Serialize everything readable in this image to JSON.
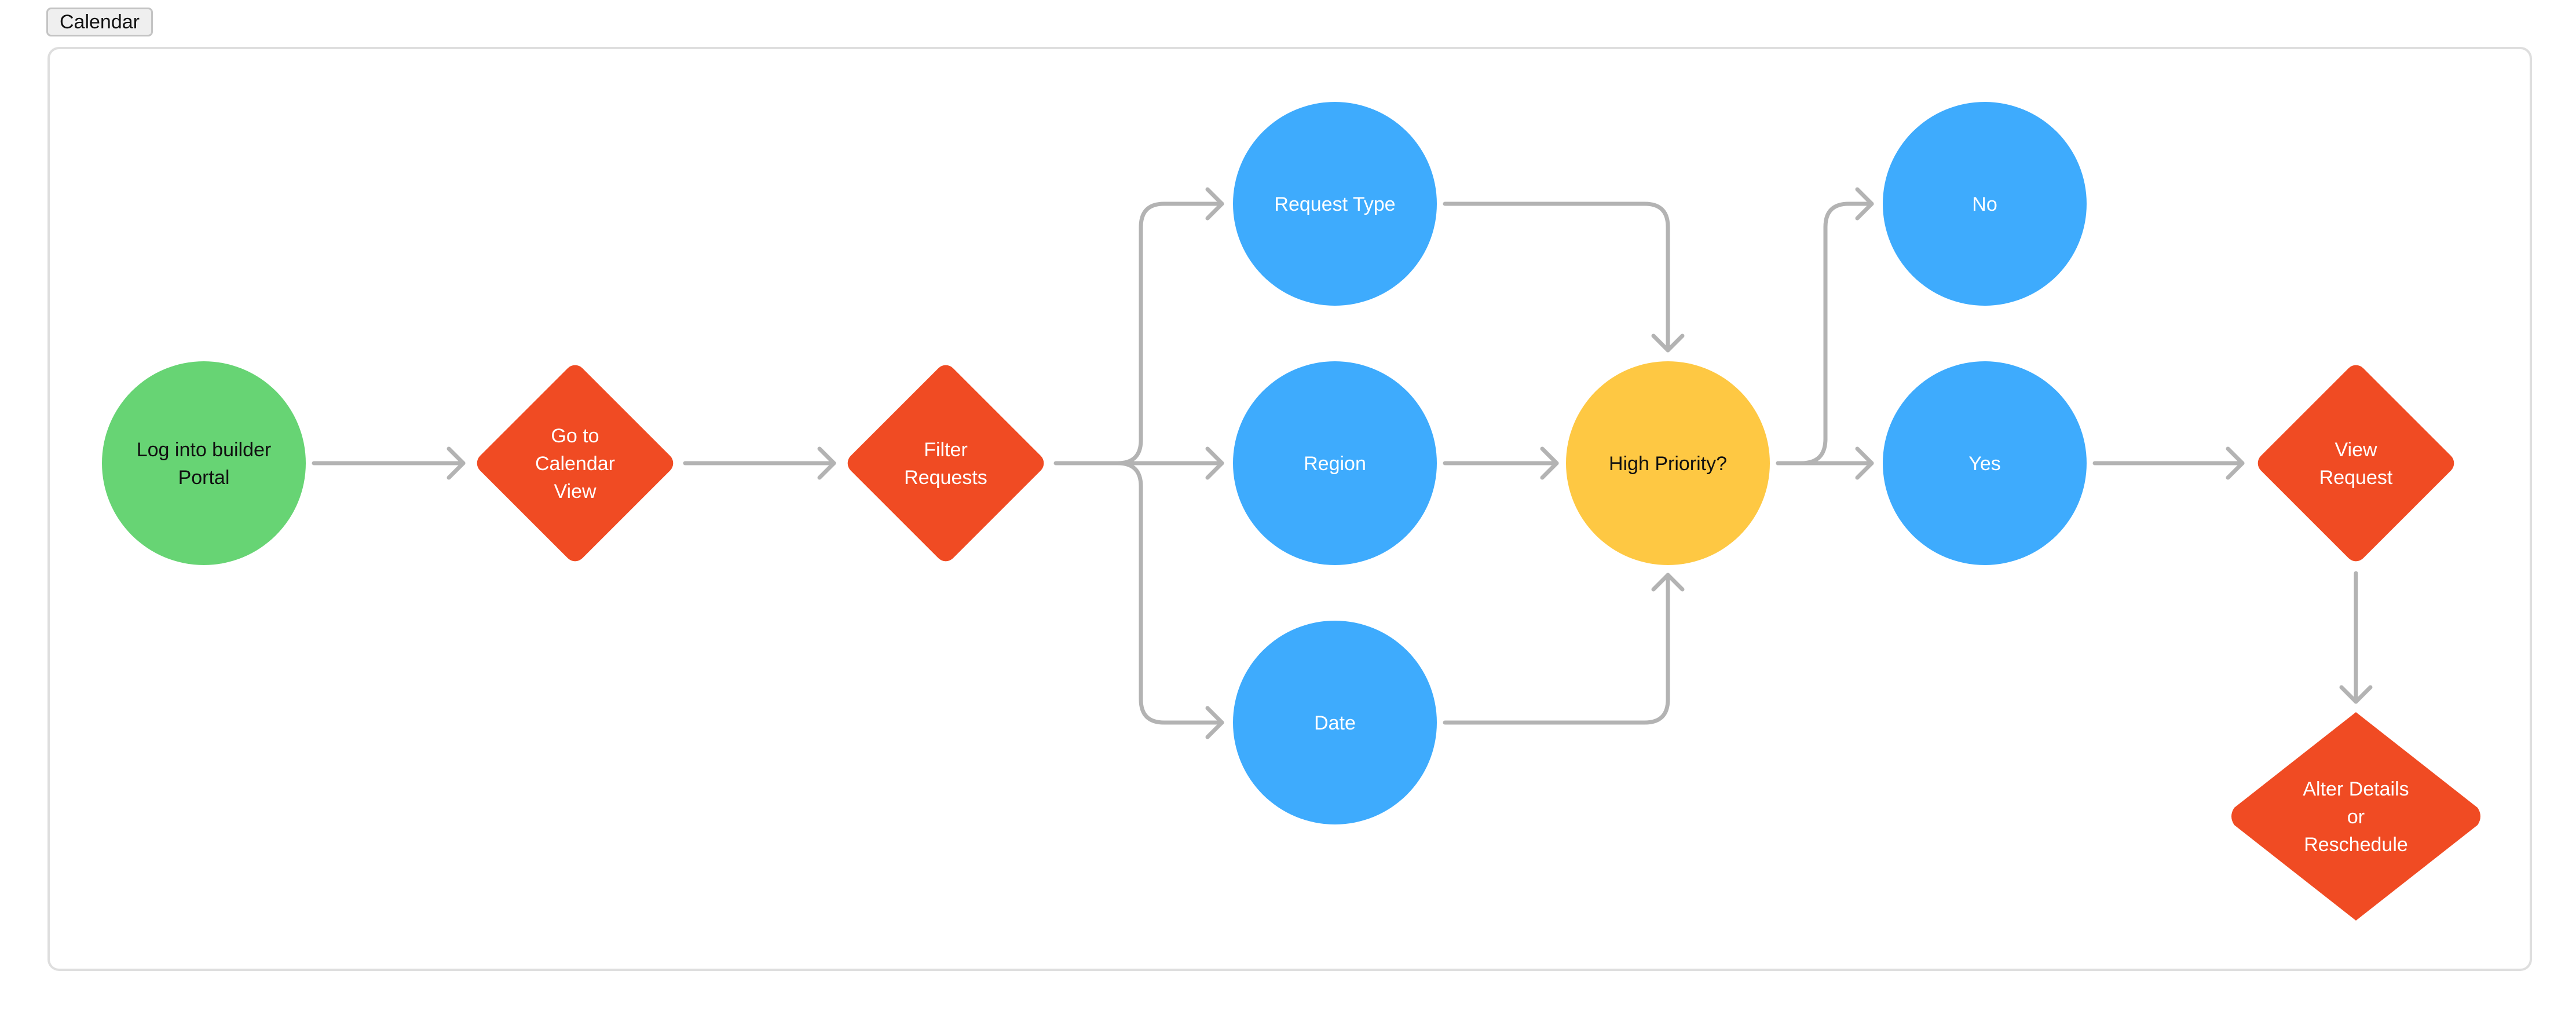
{
  "tab": {
    "label": "Calendar"
  },
  "colors": {
    "start": "#67d474",
    "process": "#f04b23",
    "option": "#3eabfd",
    "decision": "#fec843",
    "connector": "#b3b3b3"
  },
  "icons": {
    "connector": "arrow-icon"
  },
  "nodes": {
    "login": {
      "lines": [
        "Log into builder",
        "Portal"
      ]
    },
    "calendar_view": {
      "lines": [
        "Go to",
        "Calendar",
        "View"
      ]
    },
    "filter": {
      "lines": [
        "Filter",
        "Requests"
      ]
    },
    "request_type": {
      "lines": [
        "Request Type"
      ]
    },
    "region": {
      "lines": [
        "Region"
      ]
    },
    "date": {
      "lines": [
        "Date"
      ]
    },
    "high_priority": {
      "lines": [
        "High Priority?"
      ]
    },
    "no": {
      "lines": [
        "No"
      ]
    },
    "yes": {
      "lines": [
        "Yes"
      ]
    },
    "view_request": {
      "lines": [
        "View",
        "Request"
      ]
    },
    "alter": {
      "lines": [
        "Alter Details",
        "or",
        "Reschedule"
      ]
    }
  }
}
